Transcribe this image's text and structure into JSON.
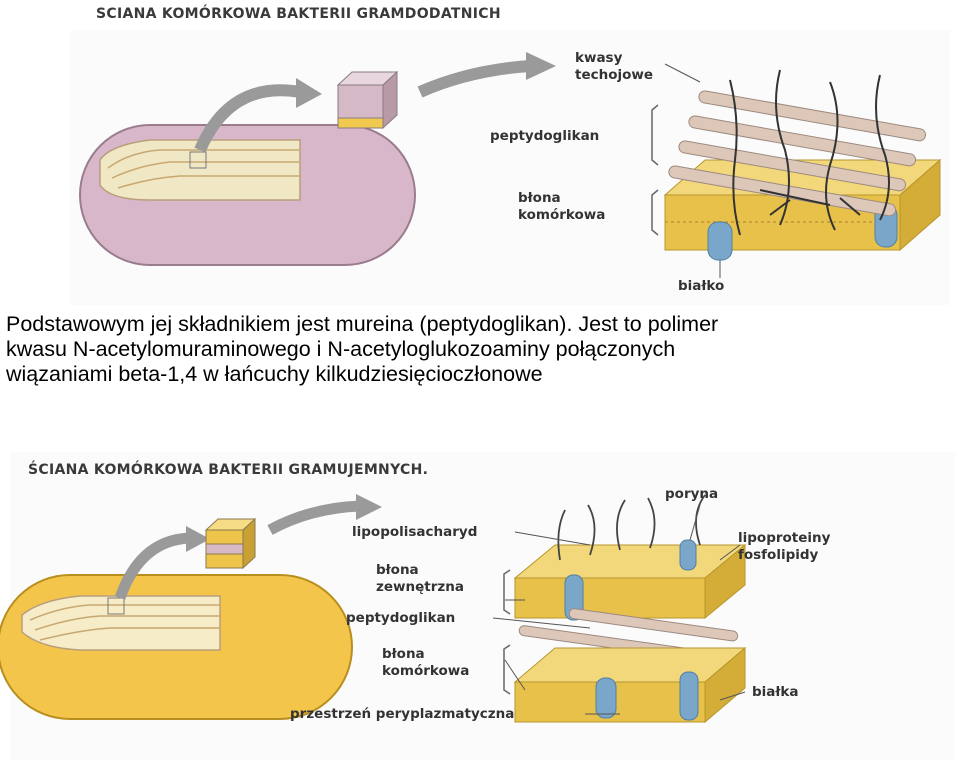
{
  "gram_positive": {
    "title": "SCIANA KOMÓRKOWA BAKTERII GRAMDODATNICH",
    "labels": {
      "teichoic_acids": [
        "kwasy",
        "techojowe"
      ],
      "peptidoglycan": "peptydoglikan",
      "membrane": [
        "błona",
        "komórkowa"
      ],
      "protein": "białko"
    }
  },
  "description": {
    "lines": [
      "Podstawowym jej składnikiem jest mureina (peptydoglikan). Jest to polimer",
      "kwasu N-acetylomuraminowego i N-acetyloglukozoaminy połączonych",
      "wiązaniami beta-1,4 w łańcuchy kilkudziesięcioczłonowe"
    ]
  },
  "gram_negative": {
    "title": "ŚCIANA KOMÓRKOWA BAKTERII GRAMUJEMNYCH.",
    "labels": {
      "porin": "poryna",
      "lps": "lipopolisacharyd",
      "lipoproteins": [
        "lipoproteiny",
        "fosfolipidy"
      ],
      "outer_membrane": [
        "błona",
        "zewnętrzna"
      ],
      "peptidoglycan": "peptydoglikan",
      "membrane": [
        "błona",
        "komórkowa"
      ],
      "proteins": "białka",
      "periplasm": "przestrzeń peryplazmatyczna"
    }
  },
  "colors": {
    "cell_pink": "#d7b5c8",
    "cell_yellow": "#f2c34a",
    "membrane_yellow": "#e8c04a",
    "rod": "#d9c2b4",
    "protein_blue": "#7aa7c9",
    "arrow_gray": "#8f8f8f"
  }
}
